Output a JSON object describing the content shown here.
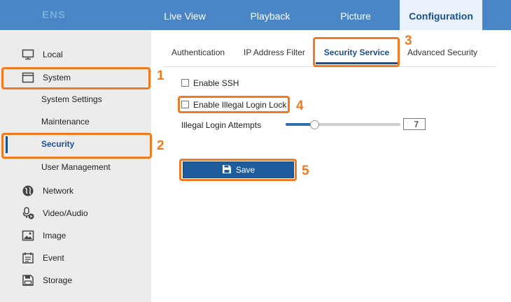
{
  "app": {
    "logo": "ENS"
  },
  "nav": [
    {
      "label": "Live View"
    },
    {
      "label": "Playback"
    },
    {
      "label": "Picture"
    },
    {
      "label": "Configuration",
      "active": true
    }
  ],
  "sidebar": {
    "items": [
      {
        "label": "Local",
        "icon": "monitor-icon"
      },
      {
        "label": "System",
        "icon": "window-icon"
      },
      {
        "label": "System Settings"
      },
      {
        "label": "Maintenance"
      },
      {
        "label": "Security",
        "selected": true
      },
      {
        "label": "User Management"
      },
      {
        "label": "Network",
        "icon": "globe-icon"
      },
      {
        "label": "Video/Audio",
        "icon": "microphone-play-icon"
      },
      {
        "label": "Image",
        "icon": "image-icon"
      },
      {
        "label": "Event",
        "icon": "calendar-icon"
      },
      {
        "label": "Storage",
        "icon": "floppy-disk-icon"
      }
    ]
  },
  "tabs": [
    {
      "label": "Authentication"
    },
    {
      "label": "IP Address Filter"
    },
    {
      "label": "Security Service",
      "active": true
    },
    {
      "label": "Advanced Security"
    }
  ],
  "form": {
    "enable_ssh": {
      "label": "Enable SSH",
      "checked": false
    },
    "enable_illegal_login_lock": {
      "label": "Enable Illegal Login Lock",
      "checked": false
    },
    "illegal_login_attempts": {
      "label": "Illegal Login Attempts",
      "value": "7"
    },
    "save_label": "Save"
  },
  "annotations": [
    "1",
    "2",
    "3",
    "4",
    "5"
  ],
  "colors": {
    "accent": "#1e5c9e",
    "annotation": "#f07a21",
    "topbar": "#4a86c5"
  }
}
